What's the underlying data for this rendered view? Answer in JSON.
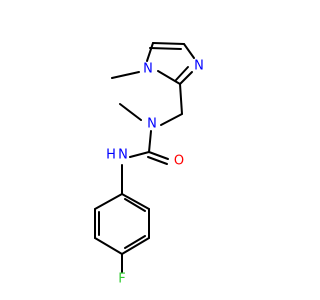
{
  "molecule": {
    "atoms": {
      "n_imid_methyl": "N",
      "n_imid_ring": "N",
      "n_urea_methyl": "N",
      "nh_amide": "H",
      "nh_amide_n": "N",
      "o_carbonyl": "O",
      "f_para": "F"
    },
    "colors": {
      "nitrogen": "#0000ff",
      "oxygen": "#ff0000",
      "fluorine": "#33cc33",
      "bond": "#000000"
    }
  }
}
